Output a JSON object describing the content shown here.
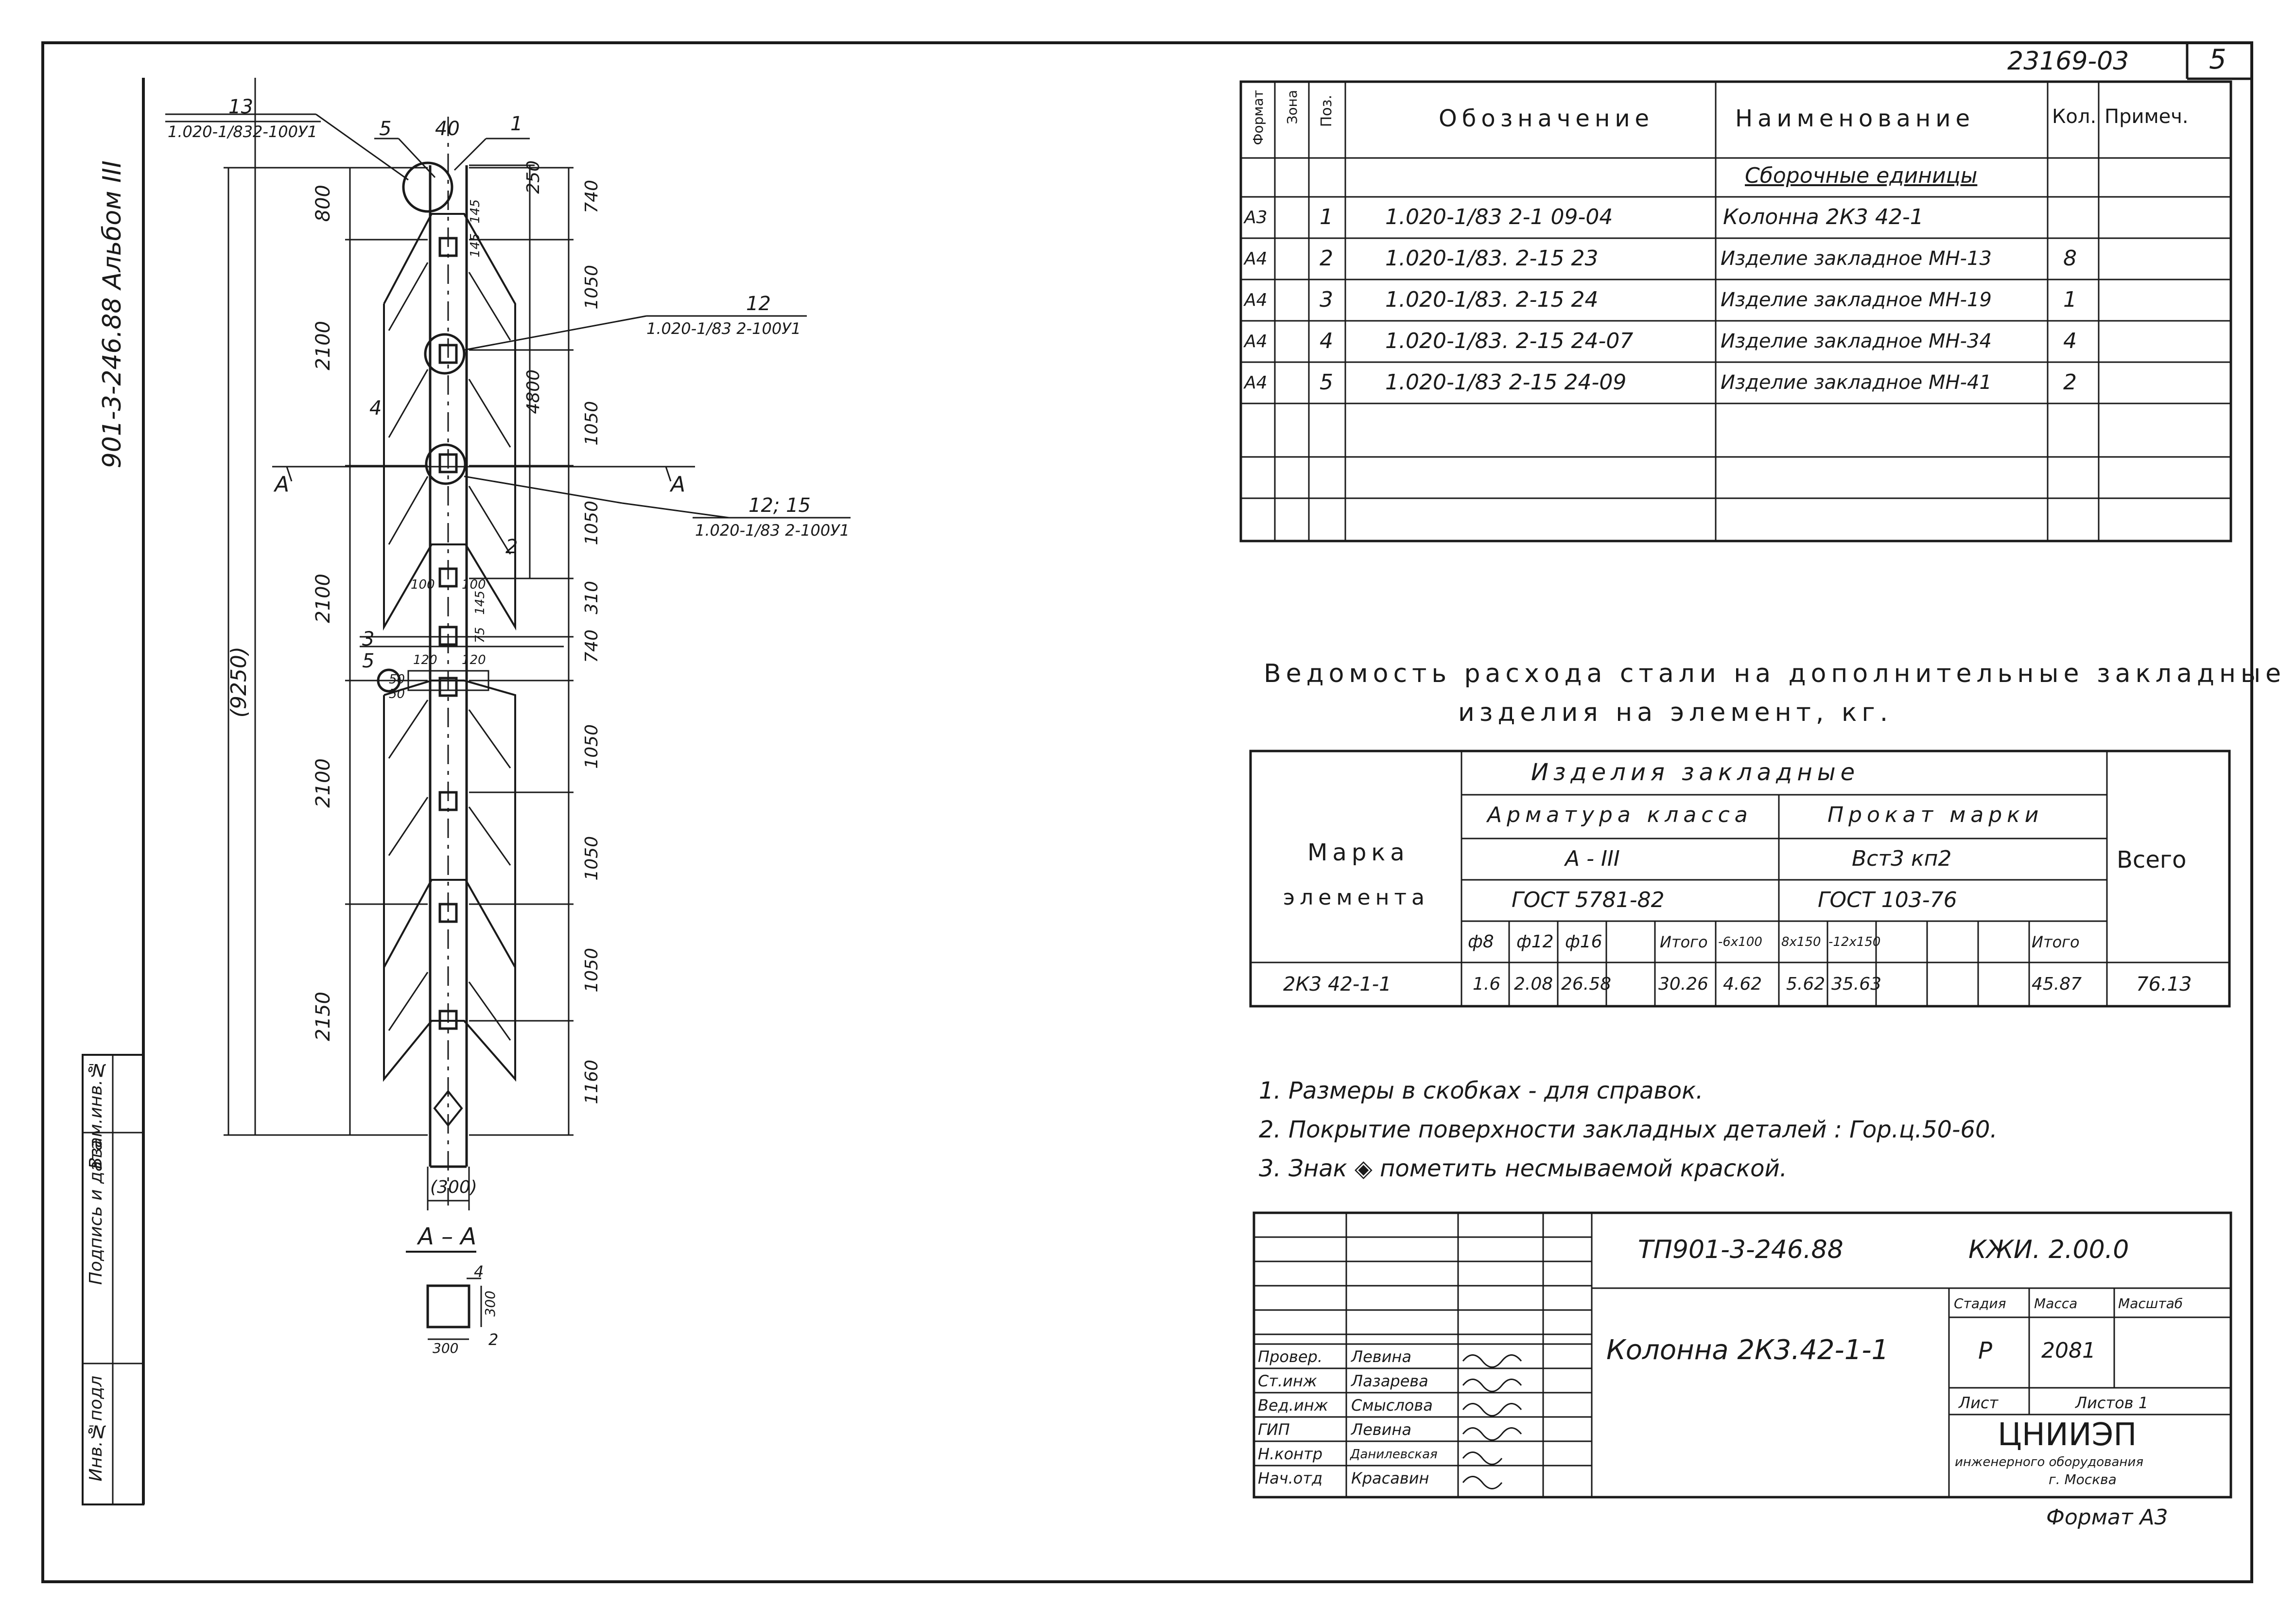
{
  "sheet_number": "23169-03",
  "page_number": "5",
  "album": "901-3-246.88 Альбом III",
  "drawing": {
    "callouts": [
      {
        "pos": "13",
        "ref": "1.020-1/832-100У1"
      },
      {
        "pos": "5"
      },
      {
        "pos": "40"
      },
      {
        "pos": "1"
      },
      {
        "pos": "12",
        "ref": "1.020-1/83 2-100У1"
      },
      {
        "pos": "12; 15",
        "ref": "1.020-1/83 2-100У1"
      },
      {
        "pos": "4"
      },
      {
        "pos": "2"
      },
      {
        "pos": "3"
      },
      {
        "pos": "5"
      }
    ],
    "dims_left": [
      "800",
      "2100",
      "2100",
      "2100",
      "2150"
    ],
    "dims_right": [
      "740",
      "1050",
      "1050",
      "1050",
      "740",
      "1050",
      "1050",
      "1050",
      "1160"
    ],
    "dims_small": [
      "250",
      "145",
      "145",
      "310",
      "100",
      "100",
      "120",
      "120",
      "145",
      "75",
      "50",
      "50"
    ],
    "dim_total": "(9250)",
    "dim_mid": "4800",
    "dim_bottom": "(300)",
    "cut_mark": "А",
    "section": {
      "title": "А – А",
      "dim_w": "300",
      "dim_h": "300",
      "pos1": "4",
      "pos2": "2"
    }
  },
  "spec": {
    "headers": [
      "Формат",
      "Зона",
      "Поз.",
      "Обозначение",
      "Наименование",
      "Кол.",
      "Примеч."
    ],
    "section_title": "Сборочные единицы",
    "rows": [
      {
        "fmt": "А3",
        "pos": "1",
        "designation": "1.020-1/83 2-1 09-04",
        "name": "Колонна 2К3 42-1",
        "qty": ""
      },
      {
        "fmt": "А4",
        "pos": "2",
        "designation": "1.020-1/83. 2-15 23",
        "name": "Изделие закладное МН-13",
        "qty": "8"
      },
      {
        "fmt": "А4",
        "pos": "3",
        "designation": "1.020-1/83. 2-15 24",
        "name": "Изделие закладное МН-19",
        "qty": "1"
      },
      {
        "fmt": "А4",
        "pos": "4",
        "designation": "1.020-1/83. 2-15 24-07",
        "name": "Изделие закладное МН-34",
        "qty": "4"
      },
      {
        "fmt": "А4",
        "pos": "5",
        "designation": "1.020-1/83 2-15 24-09",
        "name": "Изделие закладное МН-41",
        "qty": "2"
      }
    ]
  },
  "steel": {
    "title_line1": "Ведомость расхода стали на дополнительные закладные",
    "title_line2": "изделия на элемент, кг.",
    "mark_label1": "Марка",
    "mark_label2": "элемента",
    "embedded": "Изделия закладные",
    "rebar_class": "Арматура класса",
    "rebar_grade": "А - III",
    "rebar_gost": "ГОСТ 5781-82",
    "rolled": "Прокат марки",
    "rolled_grade": "Вст3 кп2",
    "rolled_gost": "ГОСТ 103-76",
    "total_label": "Всего",
    "cols": [
      "ф8",
      "ф12",
      "ф16",
      "",
      "Итого",
      "-6x100",
      "8x150",
      "-12x150",
      "",
      "Итого"
    ],
    "row": {
      "mark": "2К3 42-1-1",
      "values": [
        "1.6",
        "2.08",
        "26.58",
        "",
        "30.26",
        "4.62",
        "5.62",
        "35.63",
        "",
        "45.87"
      ],
      "total": "76.13"
    }
  },
  "notes": [
    "1. Размеры в скобках - для справок.",
    "2. Покрытие поверхности закладных деталей : Гор.ц.50-60.",
    "3. Знак ◈ пометить несмываемой краской."
  ],
  "title_block": {
    "project": "ТП901-3-246.88",
    "code": "КЖИ. 2.00.0",
    "name": "Колонна 2К3.42-1-1",
    "stage_label": "Стадия",
    "mass_label": "Масса",
    "scale_label": "Масштаб",
    "stage": "Р",
    "mass": "2081",
    "sheet_label": "Лист",
    "sheets_label": "Листов 1",
    "org_line1": "ЦНИИЭП",
    "org_line2": "инженерного оборудования",
    "org_line3": "г. Москва",
    "format": "Формат А3",
    "signatures": [
      {
        "role": "Провер.",
        "name": "Левина"
      },
      {
        "role": "Ст.инж",
        "name": "Лазарева"
      },
      {
        "role": "Вед.инж",
        "name": "Смыслова"
      },
      {
        "role": "ГИП",
        "name": "Левина"
      },
      {
        "role": "Н.контр",
        "name": "Данилевская"
      },
      {
        "role": "Нач.отд",
        "name": "Красавин"
      }
    ]
  },
  "side_stamp": [
    "Инв.№подл",
    "Подпись и дата",
    "Взам.инв.№"
  ]
}
